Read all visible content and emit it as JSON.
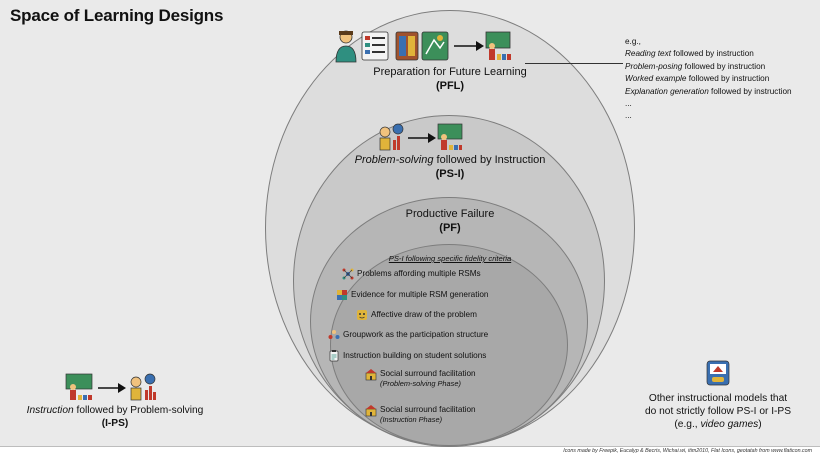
{
  "title": "Space of Learning Designs",
  "pfl": {
    "label": "Preparation for Future Learning",
    "abbr": "(PFL)"
  },
  "examples": {
    "lead": "e.g.,",
    "items": [
      {
        "italic": "Reading text",
        "rest": " followed by instruction"
      },
      {
        "italic": "Problem-posing",
        "rest": " followed by instruction"
      },
      {
        "italic": "Worked example",
        "rest": " followed by instruction"
      },
      {
        "italic": "Explanation generation",
        "rest": " followed by instruction"
      }
    ],
    "ellipsis": [
      "...",
      "..."
    ]
  },
  "psi": {
    "italic": "Problem-solving",
    "rest": " followed by Instruction",
    "abbr": "(PS-I)"
  },
  "pf": {
    "label": "Productive Failure",
    "abbr": "(PF)"
  },
  "criteria": {
    "heading": "PS-I following specific fidelity criteria",
    "items": [
      {
        "text": "Problems affording multiple RSMs",
        "icon": "network-icon"
      },
      {
        "text": "Evidence for multiple RSM generation",
        "icon": "puzzle-icon"
      },
      {
        "text": "Affective draw of the problem",
        "icon": "face-icon"
      },
      {
        "text": "Groupwork as the participation structure",
        "icon": "group-icon"
      },
      {
        "text": "Instruction building on student solutions",
        "icon": "clipboard-icon"
      },
      {
        "text": "Social surround facilitation",
        "sub": "(Problem-solving Phase)",
        "icon": "social-icon"
      },
      {
        "text": "Social surround facilitation",
        "sub": "(Instruction Phase)",
        "icon": "social-icon"
      }
    ]
  },
  "ips": {
    "italic": "Instruction",
    "rest": " followed by Problem-solving",
    "abbr": "(I-PS)"
  },
  "other": {
    "line1": "Other instructional models that",
    "line2": "do not strictly follow PS-I or I-PS",
    "line3_pre": "(e.g., ",
    "line3_italic": "video games",
    "line3_post": ")"
  },
  "credits": "Icons made by Freepik, Eucalyp & Becris, Wichai.wi, itim2010, Flat Icons, geotatah from www.flaticon.com",
  "colors": {
    "teal": "#2f8f80",
    "red": "#c0392b",
    "yellow": "#e0b43a",
    "blue": "#3a6fb0",
    "board": "#3c8f5a"
  }
}
